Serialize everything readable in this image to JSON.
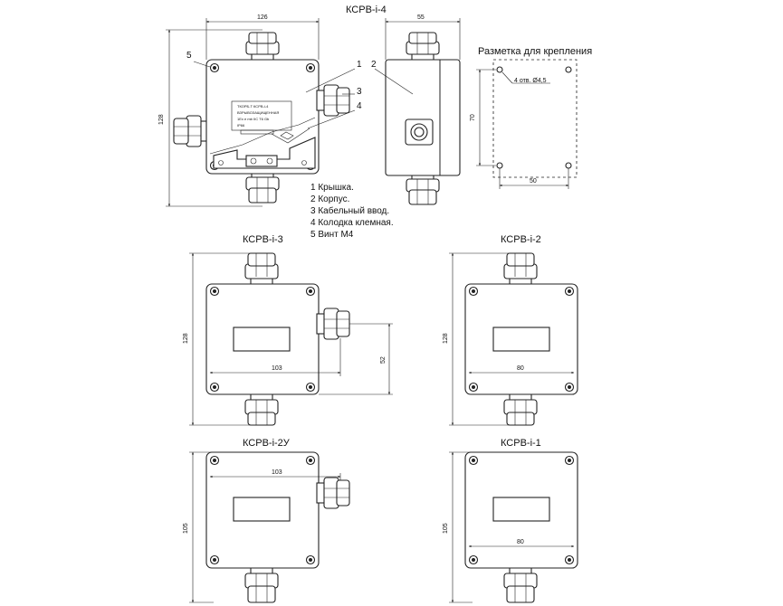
{
  "titles": {
    "ksrv4": "КСРВ-i-4",
    "ksrv3": "КСРВ-i-3",
    "ksrv2": "КСРВ-i-2",
    "ksrv2u": "КСРВ-i-2У",
    "ksrv1": "КСРВ-i-1"
  },
  "mounting": {
    "title": "Разметка для крепления",
    "holes_label": "4 отв. Ø4,5",
    "width_dim": "50",
    "height_dim": "70"
  },
  "dims": {
    "ksrv4_width": "126",
    "ksrv4_height": "128",
    "ksrv4_depth": "55",
    "ksrv3_height": "128",
    "ksrv3_width": "103",
    "ksrv3_side": "52",
    "ksrv2_height": "128",
    "ksrv2_width": "80",
    "ksrv2u_width": "103",
    "ksrv2u_height": "105",
    "ksrv1_width": "80",
    "ksrv1_height": "105"
  },
  "callouts": [
    "1",
    "2",
    "3",
    "4",
    "5"
  ],
  "legend": [
    "1 Крышка.",
    "2 Корпус.",
    "3 Кабельный ввод.",
    "4 Колодка клемная.",
    "5 Винт М4"
  ],
  "label_plate": {
    "line1": "ТКОРБ-Т  КСРВ-i-4",
    "line2": "ВЗРЫВОЗАЩИЩЕННАЯ",
    "line3": "1Ex e mb IIC T6 Gb",
    "line4": "IP66"
  }
}
